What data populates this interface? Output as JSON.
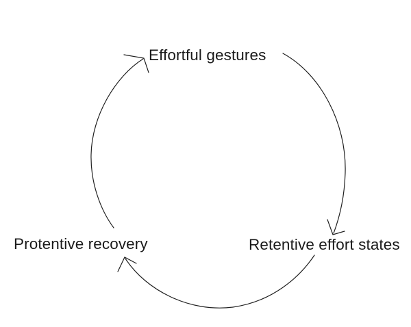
{
  "diagram": {
    "background_color": "#ffffff",
    "line_color": "#1f1f1f",
    "text_color": "#1a1a1a",
    "nodes": [
      {
        "id": "effortful-gestures",
        "label": "Effortful gestures"
      },
      {
        "id": "retentive-effort-states",
        "label": "Retentive effort states"
      },
      {
        "id": "protentive-recovery",
        "label": "Protentive recovery"
      }
    ],
    "edges": [
      {
        "from": "Effortful gestures",
        "to": "Retentive effort states",
        "style": "curved-arrow"
      },
      {
        "from": "Retentive effort states",
        "to": "Protentive recovery",
        "style": "curved-arrow"
      },
      {
        "from": "Protentive recovery",
        "to": "Effortful gestures",
        "style": "curved-arrow"
      }
    ]
  }
}
